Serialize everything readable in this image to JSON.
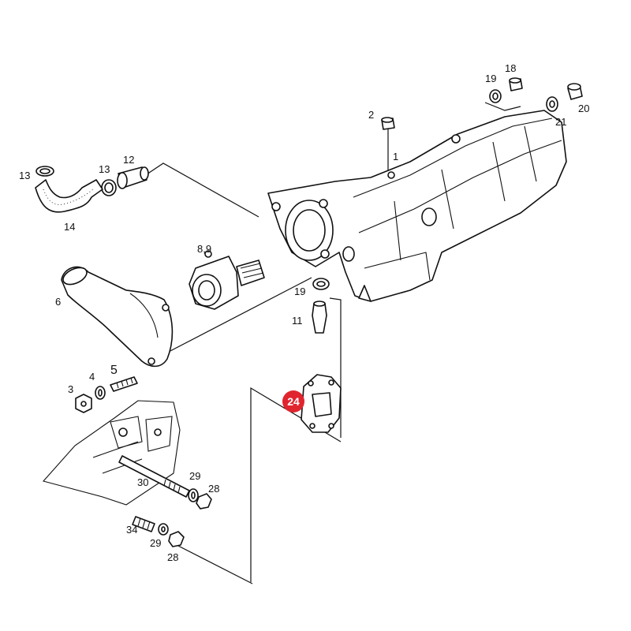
{
  "diagram": {
    "highlight_color": "#e0252f",
    "labels": {
      "p1": "1",
      "p2": "2",
      "p3": "3",
      "p4": "4",
      "p5": "5",
      "p6": "6",
      "p8_9": "8,9",
      "p11": "11",
      "p12": "12",
      "p13a": "13",
      "p13b": "13",
      "p14": "14",
      "p18": "18",
      "p19a": "19",
      "p19b": "19",
      "p20": "20",
      "p21": "21",
      "p24": "24",
      "p28a": "28",
      "p28b": "28",
      "p29a": "29",
      "p29b": "29",
      "p30": "30",
      "p34": "34"
    }
  }
}
